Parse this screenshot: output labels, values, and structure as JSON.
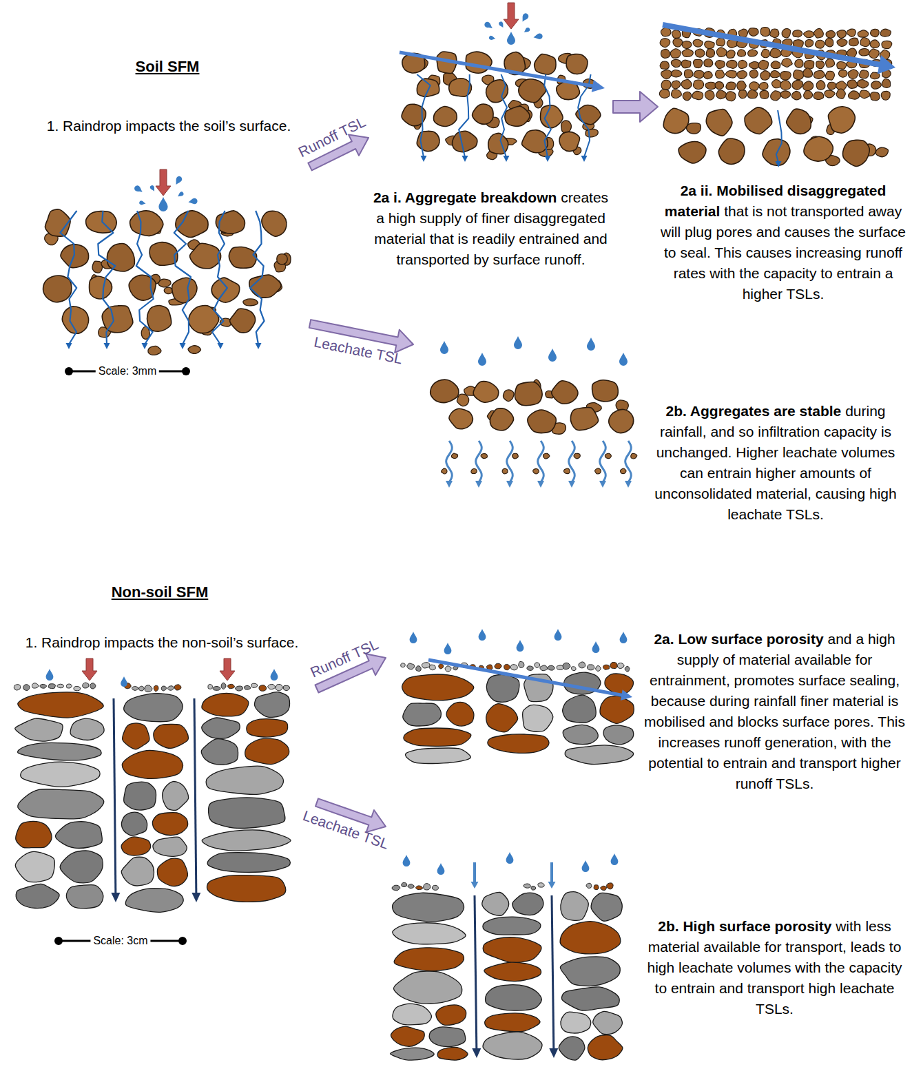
{
  "diagram": {
    "nodes": [
      {
        "text": [
          "1. Raindrop impacts the soil’s surface."
        ]
      },
      {
        "text": [
          "2a i. Aggregate breakdown",
          "creates a high supply of finer disaggregated material that is readily entrained and transported by surface runoff."
        ]
      },
      {
        "text": [
          "2a ii. Mobilised disaggregated material",
          "that is not transported away will plug pores and causes the surface to seal. This causes increasing runoff rates with the capacity to entrain a higher TSLs."
        ]
      },
      {
        "text": [
          "2b. Aggregates are stable",
          "during rainfall, and so infiltration capacity is unchanged. Higher leachate volumes can entrain higher amounts of unconsolidated material, causing high leachate TSLs."
        ]
      },
      {
        "text": [
          "1. Raindrop impacts the non-soil’s surface."
        ]
      },
      {
        "text": [
          "2a. Low surface porosity",
          "and a high supply of material available for entrainment, promotes surface sealing, because during rainfall finer material is mobilised and blocks surface pores. This increases runoff generation, with the potential to entrain and transport higher runoff TSLs."
        ]
      },
      {
        "text": [
          "2b. High surface porosity",
          "with less material available for transport, leads to high leachate volumes with the capacity to entrain and transport high leachate TSLs."
        ]
      }
    ],
    "edges": [
      {
        "from": 0,
        "to": 1,
        "arrow": "to",
        "label": "Runoff TSL"
      },
      {
        "from": 1,
        "to": 2,
        "arrow": "to"
      },
      {
        "from": 0,
        "to": 3,
        "arrow": "to",
        "label": "Leachate TSL"
      },
      {
        "from": 4,
        "to": 5,
        "arrow": "to",
        "label": "Runoff TSL"
      },
      {
        "from": 4,
        "to": 6,
        "arrow": "to",
        "label": "Leachate TSL"
      }
    ],
    "labels": [
      "Soil SFM",
      "Scale: 3mm",
      "Non-soil SFM",
      "Scale: 3cm"
    ]
  }
}
